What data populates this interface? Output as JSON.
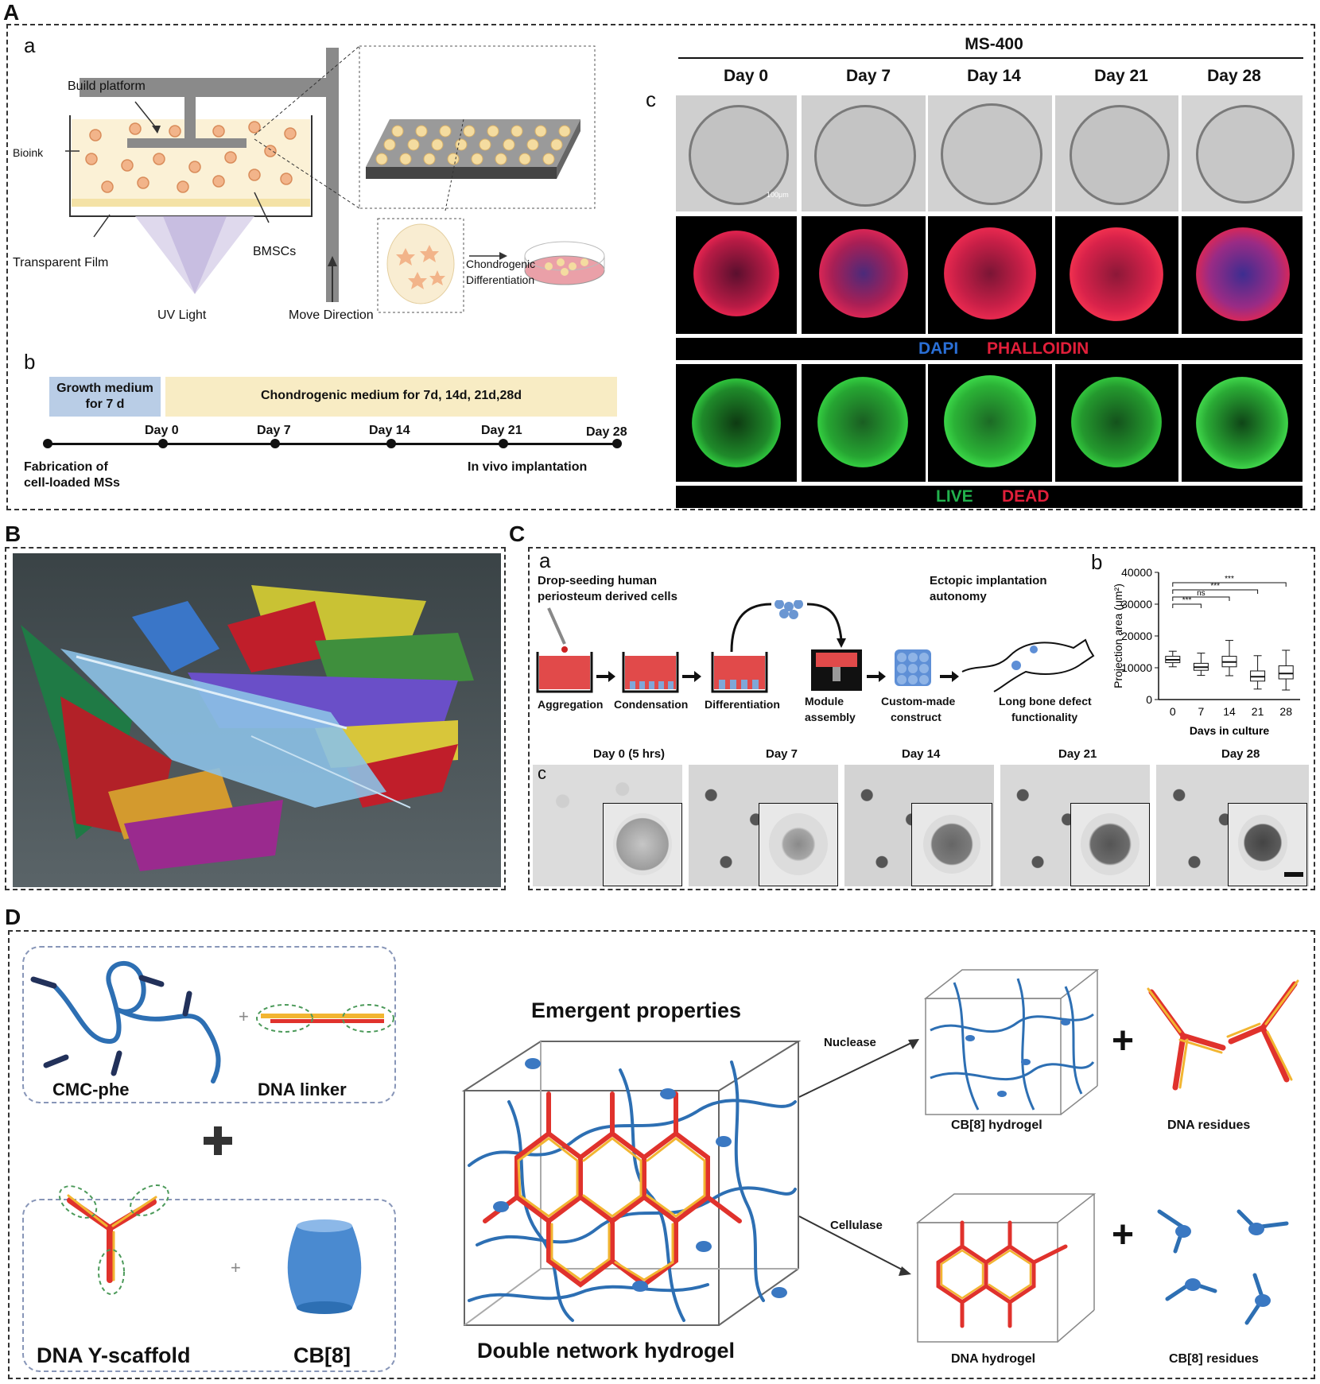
{
  "panels": {
    "A": "A",
    "B": "B",
    "C": "C",
    "D": "D"
  },
  "panelA": {
    "a": "a",
    "b": "b",
    "c": "c",
    "labels": {
      "build_platform": "Build platform",
      "bioink": "Bioink",
      "transparent_film": "Transparent Film",
      "bmscs": "BMSCs",
      "uv_light": "UV Light",
      "move_direction": "Move Direction",
      "chondrogenic": "Chondrogenic",
      "differentiation": "Differentiation"
    },
    "timeline": {
      "growth_medium_line1": "Growth medium",
      "growth_medium_line2": "for 7 d",
      "chondrogenic_medium": "Chondrogenic medium for 7d, 14d, 21d,28d",
      "ticks": [
        "Day 0",
        "Day 7",
        "Day 14",
        "Day 21",
        "Day 28"
      ],
      "fabrication_line1": "Fabrication of",
      "fabrication_line2": "cell-loaded MSs",
      "implantation": "In vivo implantation"
    },
    "micro": {
      "title": "MS-400",
      "days": [
        "Day 0",
        "Day 7",
        "Day 14",
        "Day 21",
        "Day 28"
      ],
      "scale": "100μm",
      "stain1": {
        "dapi": "DAPI",
        "phalloidin": "PHALLOIDIN"
      },
      "stain2": {
        "live": "LIVE",
        "dead": "DEAD"
      }
    }
  },
  "panelC": {
    "a": "a",
    "b": "b",
    "c": "c",
    "steps": {
      "drop_line1": "Drop-seeding human",
      "drop_line2": "periosteum derived cells",
      "ectopic_line1": "Ectopic implantation",
      "ectopic_line2": "autonomy",
      "aggregation": "Aggregation",
      "condensation": "Condensation",
      "differentiation": "Differentiation",
      "module_line1": "Module",
      "module_line2": "assembly",
      "custom_line1": "Custom-made",
      "custom_line2": "construct",
      "long_line1": "Long bone defect",
      "long_line2": "functionality"
    },
    "images": {
      "days": [
        "Day 0 (5 hrs)",
        "Day 7",
        "Day 14",
        "Day 21",
        "Day 28"
      ]
    }
  },
  "chart_data": {
    "type": "box",
    "categories": [
      "0",
      "7",
      "14",
      "21",
      "28"
    ],
    "xlabel": "Days in culture",
    "ylabel": "Projection area (μm²)",
    "ylim": [
      0,
      40000
    ],
    "yticks": [
      "0",
      "10000",
      "20000",
      "30000",
      "40000"
    ],
    "series": [
      {
        "median": [
          12500,
          10200,
          11800,
          7200,
          8200
        ],
        "q1": [
          11600,
          9200,
          10300,
          5800,
          6500
        ],
        "q3": [
          13600,
          11400,
          13600,
          9000,
          10600
        ],
        "whisker_low": [
          10300,
          7600,
          7500,
          3300,
          3000
        ],
        "whisker_high": [
          15200,
          14600,
          18600,
          13800,
          15500
        ]
      }
    ],
    "annotations": [
      {
        "pair": [
          "0",
          "7"
        ],
        "text": "***"
      },
      {
        "pair": [
          "0",
          "14"
        ],
        "text": "ns"
      },
      {
        "pair": [
          "0",
          "21"
        ],
        "text": "***"
      },
      {
        "pair": [
          "0",
          "28"
        ],
        "text": "***"
      }
    ]
  },
  "panelD": {
    "cmc_phe": "CMC-phe",
    "dna_linker": "DNA linker",
    "dna_y": "DNA Y-scaffold",
    "cb8": "CB[8]",
    "emergent": "Emergent properties",
    "double_network": "Double network hydrogel",
    "nuclease": "Nuclease",
    "cellulase": "Cellulase",
    "cb8_hydrogel": "CB[8] hydrogel",
    "dna_residues": "DNA residues",
    "dna_hydrogel": "DNA hydrogel",
    "cb8_residues": "CB[8] residues",
    "plus": "+"
  },
  "colors": {
    "dna_red": "#e0322c",
    "dna_yellow": "#f2b531",
    "polymer_blue": "#2d6fb3",
    "growth_box": "#b9cde6",
    "chondro_box": "#f8ecc4",
    "bioink": "#fbf1d6"
  }
}
